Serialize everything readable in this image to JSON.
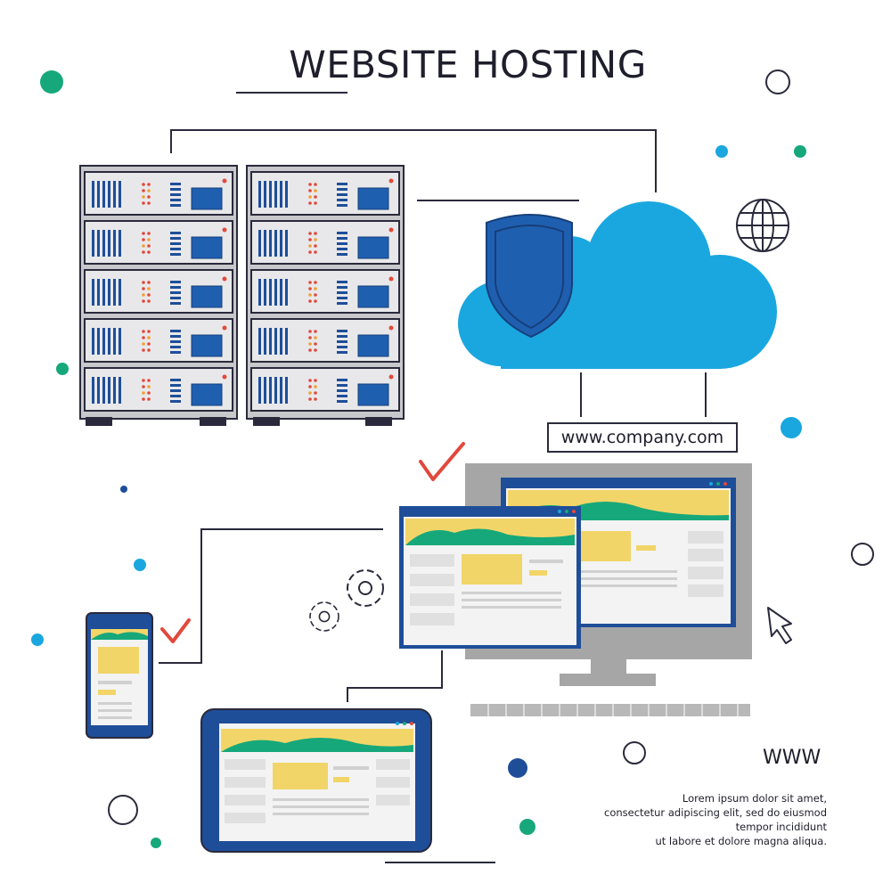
{
  "title": "WEBSITE HOSTING",
  "url": "www.company.com",
  "www_label": "WWW",
  "caption_lines": [
    "Lorem ipsum dolor sit amet,",
    "consectetur adipiscing elit, sed do eiusmod",
    "tempor incididunt",
    "ut labore et dolore magna aliqua."
  ],
  "colors": {
    "navy": "#1f4e99",
    "sky": "#1aa7df",
    "green": "#16a87a",
    "yellow": "#f2d568",
    "gray": "#a6a6a6",
    "red": "#e2483b",
    "ink": "#2a2a3c"
  },
  "icons": [
    "shield-icon",
    "cloud-icon",
    "globe-icon",
    "gear-icon",
    "checkmark-icon",
    "cursor-icon",
    "server-rack-icon",
    "monitor-icon",
    "smartphone-icon",
    "tablet-icon",
    "browser-window-icon"
  ]
}
